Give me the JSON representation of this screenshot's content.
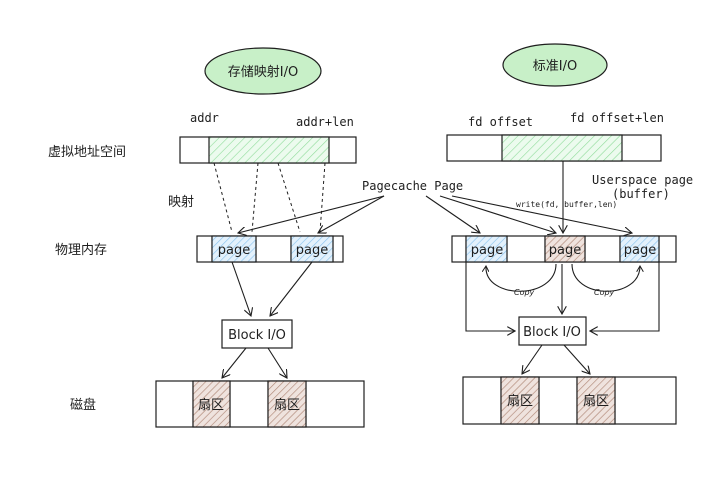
{
  "ovals": {
    "left": "存储映射I/O",
    "right": "标准I/O"
  },
  "row_labels": {
    "virtual": "虚拟地址空间",
    "mapping": "映射",
    "physical": "物理内存",
    "disk": "磁盘"
  },
  "left": {
    "addr": "addr",
    "addr_len": "addr+len",
    "page_1": "page",
    "page_2": "page",
    "block_io": "Block I/O",
    "sector_1": "扇区",
    "sector_2": "扇区"
  },
  "right": {
    "fd_offset": "fd offset",
    "fd_offset_len": "fd offset+len",
    "userspace_page": "Userspace page",
    "buffer": "(buffer)",
    "write_call": "write(fd, buffer,len)",
    "page_1": "page",
    "page_2": "page",
    "page_3": "page",
    "copy_1": "Copy",
    "copy_2": "Copy",
    "block_io": "Block I/O",
    "sector_1": "扇区",
    "sector_2": "扇区"
  },
  "pagecache_label": "Pagecache Page",
  "colors": {
    "oval_fill": "#c8f0c8",
    "green_hatch": "#b2f2bb",
    "blue_hatch": "#a5d8ff",
    "red_hatch": "#c9a99a",
    "stroke": "#1e1e1e"
  }
}
